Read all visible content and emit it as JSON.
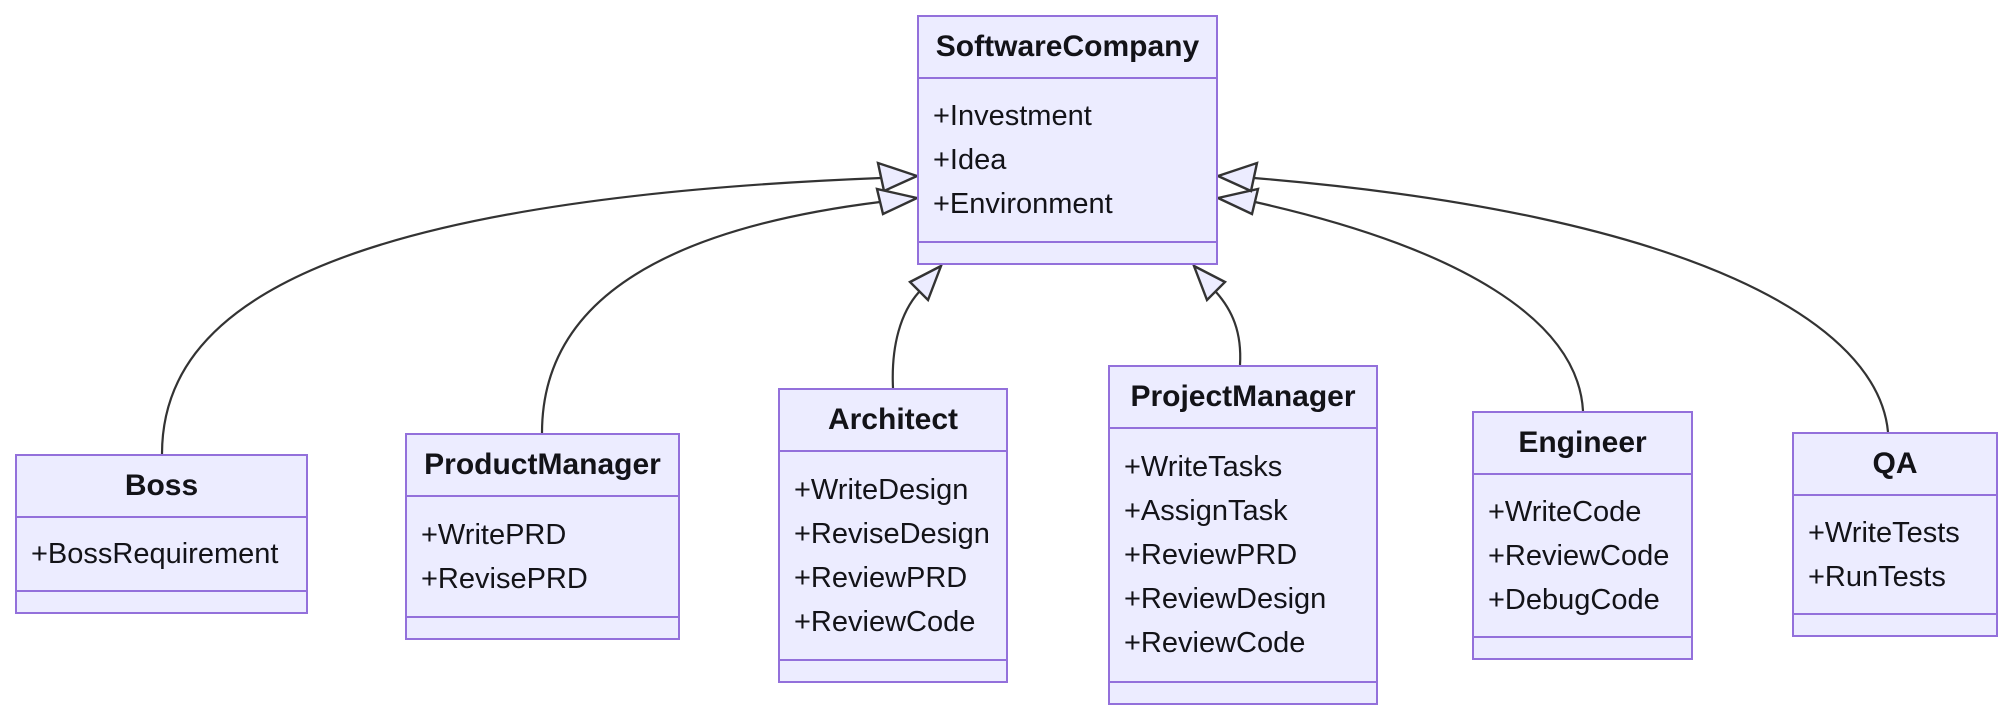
{
  "diagram": {
    "type": "uml-class-diagram",
    "classes": {
      "software_company": {
        "name": "SoftwareCompany",
        "members": [
          "+Investment",
          "+Idea",
          "+Environment"
        ]
      },
      "boss": {
        "name": "Boss",
        "members": [
          "+BossRequirement"
        ]
      },
      "product_manager": {
        "name": "ProductManager",
        "members": [
          "+WritePRD",
          "+RevisePRD"
        ]
      },
      "architect": {
        "name": "Architect",
        "members": [
          "+WriteDesign",
          "+ReviseDesign",
          "+ReviewPRD",
          "+ReviewCode"
        ]
      },
      "project_manager": {
        "name": "ProjectManager",
        "members": [
          "+WriteTasks",
          "+AssignTask",
          "+ReviewPRD",
          "+ReviewDesign",
          "+ReviewCode"
        ]
      },
      "engineer": {
        "name": "Engineer",
        "members": [
          "+WriteCode",
          "+ReviewCode",
          "+DebugCode"
        ]
      },
      "qa": {
        "name": "QA",
        "members": [
          "+WriteTests",
          "+RunTests"
        ]
      }
    },
    "relations": [
      {
        "from": "Boss",
        "to": "SoftwareCompany",
        "type": "inheritance"
      },
      {
        "from": "ProductManager",
        "to": "SoftwareCompany",
        "type": "inheritance"
      },
      {
        "from": "Architect",
        "to": "SoftwareCompany",
        "type": "inheritance"
      },
      {
        "from": "ProjectManager",
        "to": "SoftwareCompany",
        "type": "inheritance"
      },
      {
        "from": "Engineer",
        "to": "SoftwareCompany",
        "type": "inheritance"
      },
      {
        "from": "QA",
        "to": "SoftwareCompany",
        "type": "inheritance"
      }
    ],
    "colors": {
      "node_fill": "#ECECFF",
      "node_border": "#9370DB",
      "edge_stroke": "#333333",
      "text": "#131318",
      "background": "#FFFFFF"
    }
  }
}
